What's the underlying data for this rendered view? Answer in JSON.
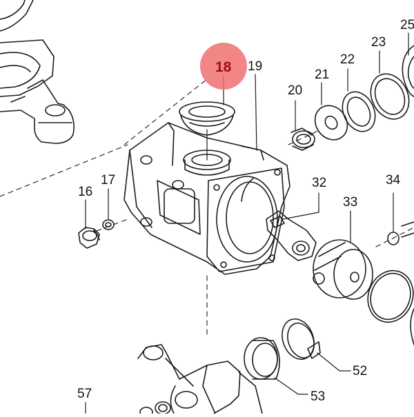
{
  "diagram": {
    "highlight_color": "#f07070",
    "highlight_text_color": "#a01010",
    "line_color": "#1a1a1a",
    "highlighted_part": "18",
    "parts": {
      "p16": "16",
      "p17": "17",
      "p18": "18",
      "p19": "19",
      "p20": "20",
      "p21": "21",
      "p22": "22",
      "p23": "23",
      "p25": "25",
      "p32": "32",
      "p33": "33",
      "p34": "34",
      "p52": "52",
      "p53": "53",
      "p57": "57"
    }
  }
}
